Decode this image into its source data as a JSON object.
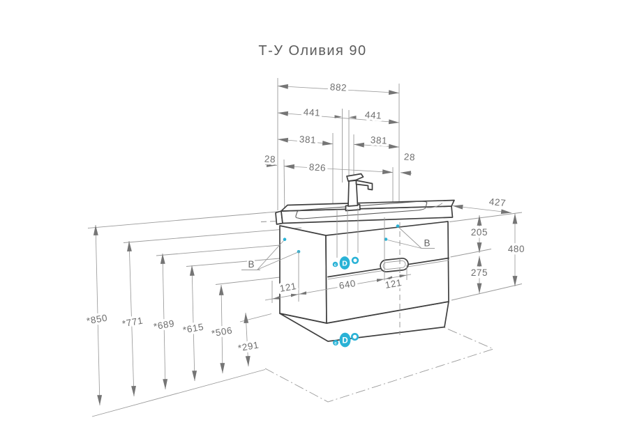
{
  "title": "Т-У Оливия 90",
  "dims": {
    "overall_width": "882",
    "half_left": "441",
    "half_right": "441",
    "faucet_offset_left": "381",
    "faucet_offset_right": "381",
    "edge_left": "28",
    "basin_width": "826",
    "edge_right": "28",
    "depth": "427",
    "drawer_top_height": "205",
    "total_height": "480",
    "drawer_bottom_height": "275",
    "mount_left": "121",
    "mount_span": "640",
    "mount_right": "121",
    "heights": [
      "*850",
      "*771",
      "*689",
      "*615",
      "*506",
      "*291"
    ]
  },
  "callouts": {
    "b_left": "В",
    "b_right": "В",
    "drain_mid": {
      "small_left": "c",
      "main": "D"
    },
    "drain_bottom": {
      "small_left": "c",
      "main": "D"
    }
  },
  "colors": {
    "accent": "#29b2d6",
    "outline": "#3f3f3f",
    "dim_line": "#9a9a9a",
    "text": "#6e6e6e"
  }
}
